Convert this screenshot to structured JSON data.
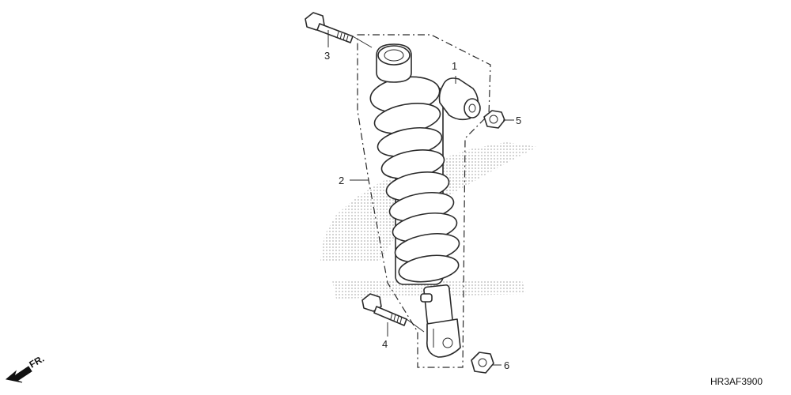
{
  "diagram": {
    "code": "HR3AF3900",
    "front_label": "FR.",
    "callouts": [
      {
        "id": "1",
        "part": "bushing"
      },
      {
        "id": "2",
        "part": "shock-absorber"
      },
      {
        "id": "3",
        "part": "upper-bolt"
      },
      {
        "id": "4",
        "part": "lower-bolt"
      },
      {
        "id": "5",
        "part": "upper-nut"
      },
      {
        "id": "6",
        "part": "lower-nut"
      }
    ],
    "icons": {
      "front_arrow": "arrow-down-left-icon",
      "watermark": "wing-logo-watermark"
    }
  }
}
